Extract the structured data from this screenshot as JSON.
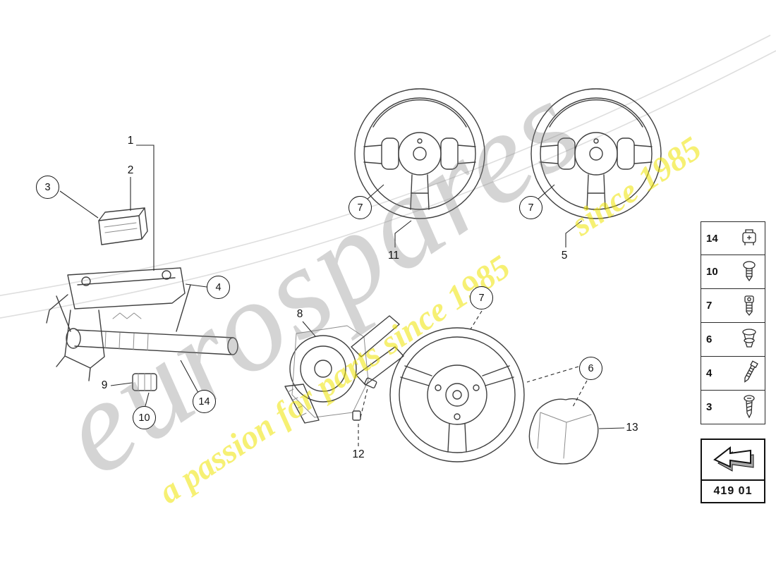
{
  "watermarks": {
    "brand": "eurospares",
    "tagline": "a passion for parts since 1985",
    "tagline_fragment": "since 1985"
  },
  "callouts": {
    "c1": "1",
    "c2": "2",
    "c3": "3",
    "c4": "4",
    "c5": "5",
    "c6": "6",
    "c7a": "7",
    "c7b": "7",
    "c7c": "7",
    "c8": "8",
    "c9": "9",
    "c10": "10",
    "c11": "11",
    "c12": "12",
    "c13": "13",
    "c14": "14"
  },
  "legend": {
    "items": [
      {
        "number": "14",
        "icon": "clip-nut-icon"
      },
      {
        "number": "10",
        "icon": "screw-washer-icon"
      },
      {
        "number": "7",
        "icon": "torx-bolt-icon"
      },
      {
        "number": "6",
        "icon": "grommet-nut-icon"
      },
      {
        "number": "4",
        "icon": "long-bolt-icon"
      },
      {
        "number": "3",
        "icon": "tapping-screw-icon"
      }
    ]
  },
  "footer_box": {
    "part_code": "419 01",
    "icon": "back-arrow-icon"
  }
}
